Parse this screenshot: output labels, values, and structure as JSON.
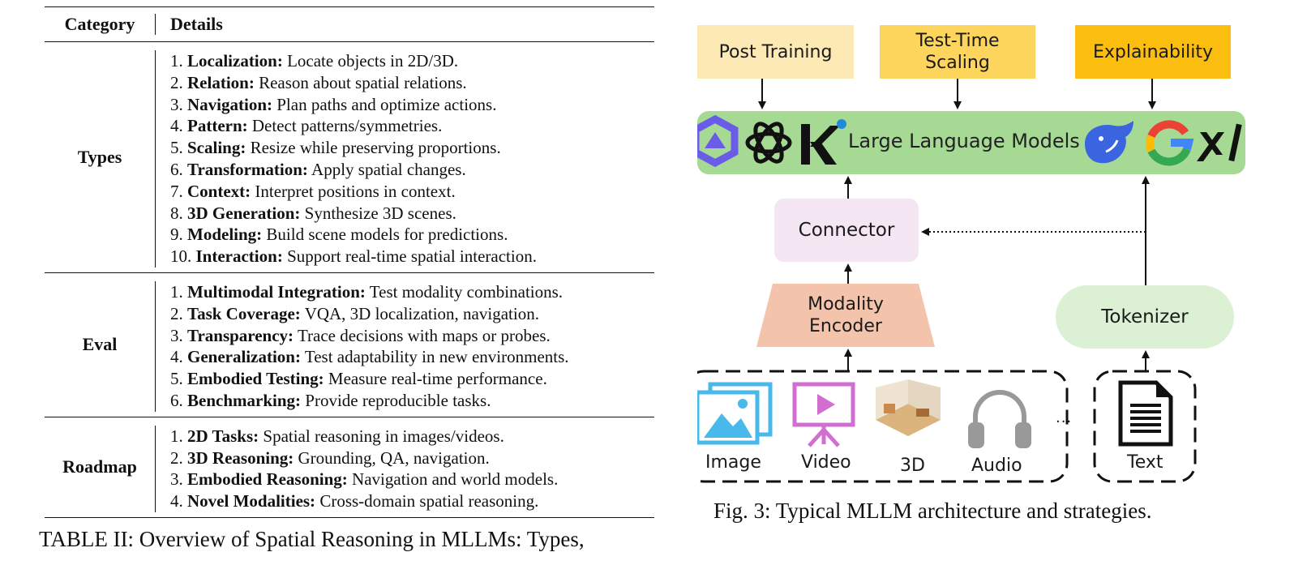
{
  "table": {
    "header": {
      "category": "Category",
      "details": "Details"
    },
    "groups": [
      {
        "category": "Types",
        "items": [
          {
            "num": "1.",
            "term": "Localization:",
            "desc": "Locate objects in 2D/3D."
          },
          {
            "num": "2.",
            "term": "Relation:",
            "desc": "Reason about spatial relations."
          },
          {
            "num": "3.",
            "term": "Navigation:",
            "desc": "Plan paths and optimize actions."
          },
          {
            "num": "4.",
            "term": "Pattern:",
            "desc": "Detect patterns/symmetries."
          },
          {
            "num": "5.",
            "term": "Scaling:",
            "desc": "Resize while preserving proportions."
          },
          {
            "num": "6.",
            "term": "Transformation:",
            "desc": "Apply spatial changes."
          },
          {
            "num": "7.",
            "term": "Context:",
            "desc": "Interpret positions in context."
          },
          {
            "num": "8.",
            "term": "3D Generation:",
            "desc": "Synthesize 3D scenes."
          },
          {
            "num": "9.",
            "term": "Modeling:",
            "desc": "Build scene models for predictions."
          },
          {
            "num": "10.",
            "term": "Interaction:",
            "desc": "Support real-time spatial interaction."
          }
        ]
      },
      {
        "category": "Eval",
        "items": [
          {
            "num": "1.",
            "term": "Multimodal Integration:",
            "desc": "Test modality combinations."
          },
          {
            "num": "2.",
            "term": "Task Coverage:",
            "desc": "VQA, 3D localization, navigation."
          },
          {
            "num": "3.",
            "term": "Transparency:",
            "desc": "Trace decisions with maps or probes."
          },
          {
            "num": "4.",
            "term": "Generalization:",
            "desc": "Test adaptability in new environments."
          },
          {
            "num": "5.",
            "term": "Embodied Testing:",
            "desc": "Measure real-time performance."
          },
          {
            "num": "6.",
            "term": "Benchmarking:",
            "desc": "Provide reproducible tasks."
          }
        ]
      },
      {
        "category": "Roadmap",
        "items": [
          {
            "num": "1.",
            "term": "2D Tasks:",
            "desc": "Spatial reasoning in images/videos."
          },
          {
            "num": "2.",
            "term": "3D Reasoning:",
            "desc": "Grounding, QA, navigation."
          },
          {
            "num": "3.",
            "term": "Embodied Reasoning:",
            "desc": "Navigation and world models."
          },
          {
            "num": "4.",
            "term": "Novel Modalities:",
            "desc": "Cross-domain spatial reasoning."
          }
        ]
      }
    ],
    "caption": "TABLE II: Overview of Spatial Reasoning in MLLMs: Types,"
  },
  "figure": {
    "strategies": {
      "post_training": "Post Training",
      "test_time_line1": "Test-Time",
      "test_time_line2": "Scaling",
      "explainability": "Explainability"
    },
    "llm_label": "Large Language Models",
    "connector": "Connector",
    "encoder_line1": "Modality",
    "encoder_line2": "Encoder",
    "tokenizer": "Tokenizer",
    "modalities": {
      "image": "Image",
      "video": "Video",
      "three_d": "3D",
      "audio": "Audio",
      "ellipsis": "...",
      "text": "Text"
    },
    "caption": "Fig. 3: Typical MLLM architecture and strategies.",
    "colors": {
      "post_training": "#fde9b4",
      "test_time": "#fdd45c",
      "explainability": "#fbbd0e",
      "llm": "#a6da94",
      "connector": "#f5e6f4",
      "encoder": "#f3c4ab",
      "tokenizer": "#dcf1d4",
      "image_icon": "#49b8ea",
      "video_icon": "#d06fd0"
    },
    "llm_logos": [
      "qwen-icon",
      "openai-icon",
      "kimi-icon",
      "deepseek-icon",
      "google-icon",
      "xai-icon"
    ]
  }
}
